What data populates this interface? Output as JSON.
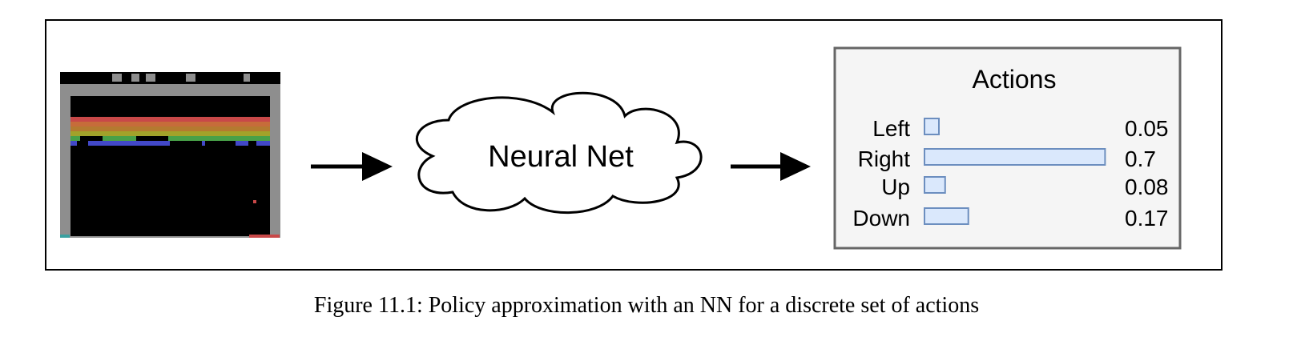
{
  "diagram": {
    "cloud_label": "Neural Net",
    "actions_panel": {
      "title": "Actions",
      "items": [
        {
          "label": "Left",
          "probability": 0.05,
          "value_text": "0.05"
        },
        {
          "label": "Right",
          "probability": 0.7,
          "value_text": "0.7"
        },
        {
          "label": "Up",
          "probability": 0.08,
          "value_text": "0.08"
        },
        {
          "label": "Down",
          "probability": 0.17,
          "value_text": "0.17"
        }
      ]
    },
    "game_screen": {
      "score_digits": "015  2  1",
      "brick_row_colors": [
        "#c84848",
        "#c66c3a",
        "#b47a30",
        "#a2a22a",
        "#48a048",
        "#4248c8"
      ]
    },
    "colors": {
      "bar_fill": "#dae8fc",
      "bar_stroke": "#6c8ebf",
      "panel_fill": "#f5f5f5",
      "panel_stroke": "#666666"
    }
  },
  "caption": "Figure 11.1: Policy approximation with an NN for a discrete set of actions"
}
